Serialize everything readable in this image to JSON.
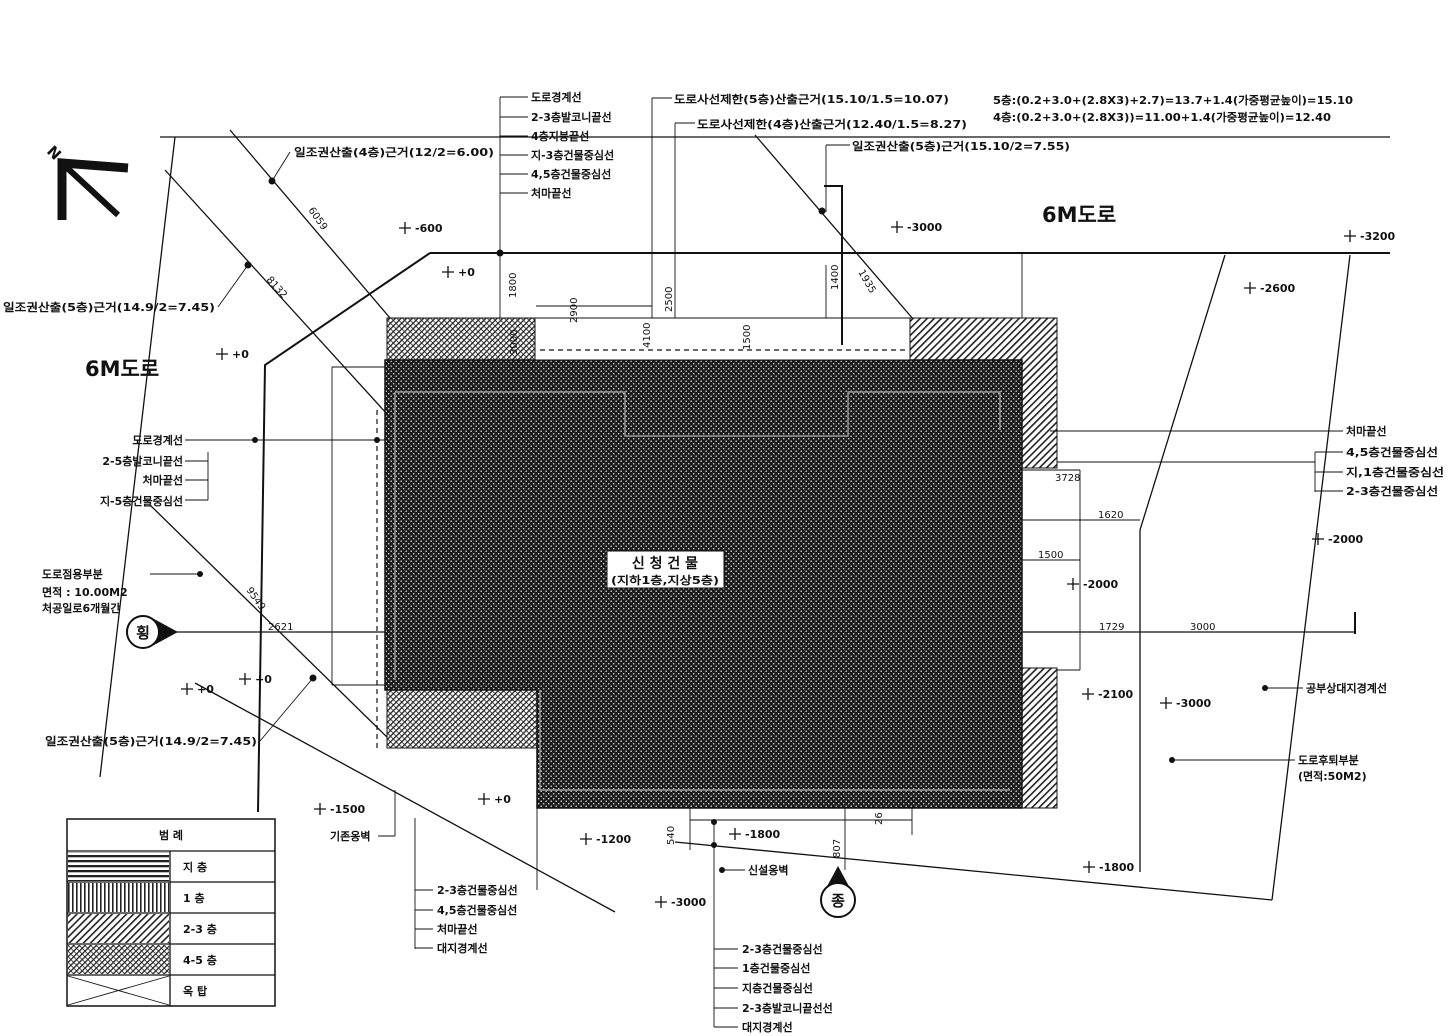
{
  "north_label": "N",
  "roads": {
    "top": "6M도로",
    "left": "6M도로"
  },
  "building": {
    "title": "신 청 건 물",
    "subtitle": "(지하1층,지상5층)"
  },
  "notes_top": {
    "road_setback_5f": "도로사선제한(5층)산출근거(15.10/1.5=10.07)",
    "road_setback_4f": "도로사선제한(4층)산출근거(12.40/1.5=8.27)",
    "sunlight_5f": "일조권산출(5층)근거(15.10/2=7.55)",
    "sunlight_4f": "일조권산출(4층)근거(12/2=6.00)",
    "height_5f": "5층:(0.2+3.0+(2.8X3)+2.7)=13.7+1.4(가중평균높이)=15.10",
    "height_4f": "4층:(0.2+3.0+(2.8X3))=11.00+1.4(가중평균높이)=12.40"
  },
  "labels_top": [
    "도로경계선",
    "2-3층발코니끝선",
    "4층지붕끝선",
    "지-3층건물중심선",
    "4,5층건물중심선",
    "처마끝선"
  ],
  "sunlight_left_top": "일조권산출(5층)근거(14.9/2=7.45)",
  "labels_left": [
    "도로경계선",
    "2-5층발코니끝선",
    "처마끝선",
    "지-5층건물중심선"
  ],
  "road_occupancy": {
    "title": "도로점용부분",
    "area": "면적 : 10.00M2",
    "note": "처공일로6개월간"
  },
  "sunlight_left_bottom": "일조권산출(5층)근거(14.9/2=7.45)",
  "labels_right": [
    "처마끝선",
    "4,5층건물중심선",
    "지,1층건물중심선",
    "2-3층건물중심선"
  ],
  "parcel_boundary": "공부상대지경계선",
  "setback": {
    "title": "도로후퇴부분",
    "area": "(면적:50M2)"
  },
  "existing_wall": "기존옹벽",
  "new_wall": "신설옹벽",
  "labels_bottom_left": [
    "2-3층건물중심선",
    "4,5층건물중심선",
    "처마끝선",
    "대지경계선"
  ],
  "labels_bottom_center": [
    "2-3층건물중심선",
    "1층건물중심선",
    "지층건물중심선",
    "2-3층발코니끝선선",
    "대지경계선"
  ],
  "section_marks": {
    "transverse": "횡",
    "longitudinal": "종"
  },
  "elevations": [
    "-600",
    "+0",
    "-3000",
    "-3200",
    "-2600",
    "+0",
    "-2000",
    "-2000",
    "-2100",
    "-3000",
    "+0",
    "+0",
    "-1500",
    "+0",
    "-1200",
    "-1800",
    "-3000",
    "-1800"
  ],
  "dimensions": [
    "6059",
    "8132",
    "1935",
    "1800",
    "2900",
    "2500",
    "4100",
    "1500",
    "1400",
    "3000",
    "3728",
    "1620",
    "1500",
    "1729",
    "3000",
    "9549",
    "2621",
    "540",
    "26",
    "807"
  ],
  "legend": {
    "title": "범 례",
    "items": [
      "지 층",
      "1 층",
      "2-3 층",
      "4-5 층",
      "옥 탑"
    ]
  }
}
